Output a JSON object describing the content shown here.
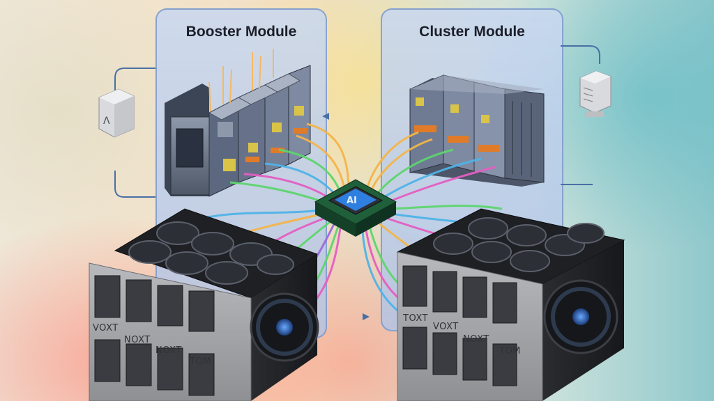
{
  "modules": {
    "booster": {
      "title": "Booster Module"
    },
    "cluster": {
      "title": "Cluster Module"
    }
  },
  "chip": {
    "logo_text": "AI"
  },
  "left_case": {
    "labels": [
      "VOXT",
      "NOXT",
      "NOXT",
      "TOM"
    ]
  },
  "right_case": {
    "labels": [
      "TOXT",
      "VOXT",
      "NOXT",
      "TOM"
    ]
  },
  "colors": {
    "panel": "#b9cbe8",
    "cables": [
      "#f4b54a",
      "#4fb3e8",
      "#5dd66e",
      "#e45fc2",
      "#9a6be0"
    ],
    "chip_screen": "#2f7fe0"
  }
}
